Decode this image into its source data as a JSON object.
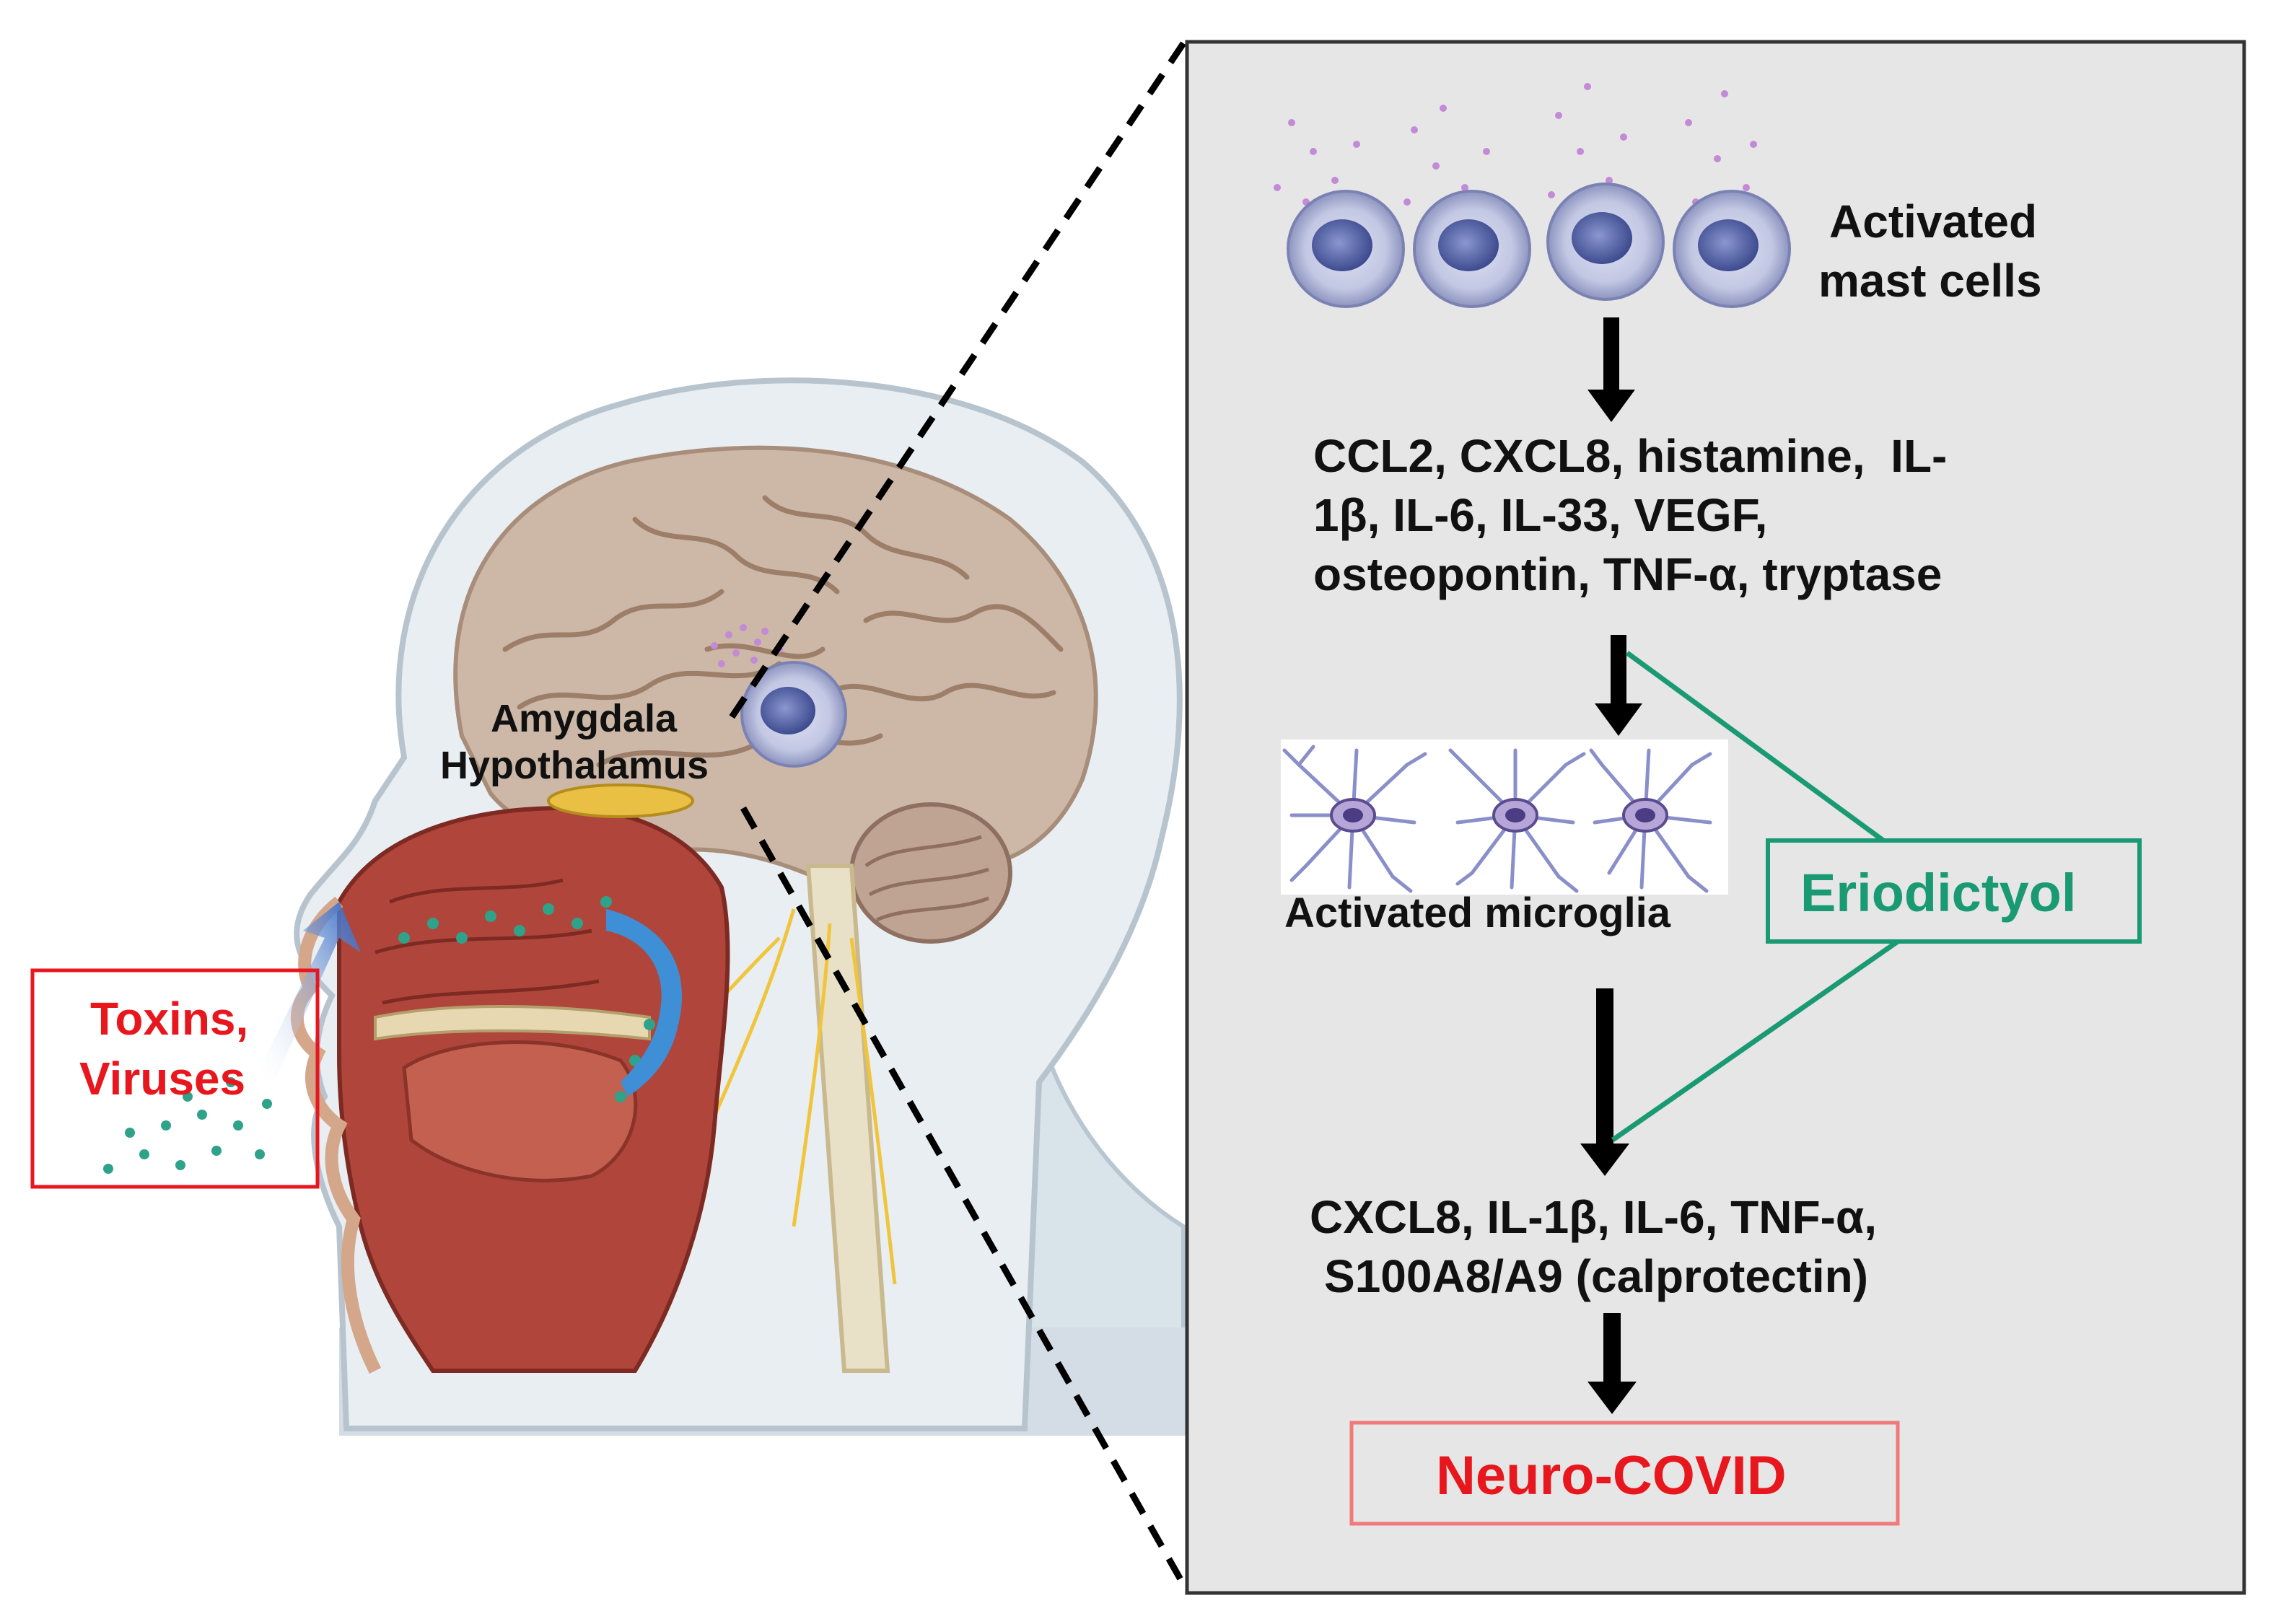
{
  "left_panel": {
    "brain_labels": [
      "Amygdala",
      "Hypothalamus"
    ],
    "exposure_lines": [
      "Toxins,",
      "Viruses"
    ]
  },
  "right_panel": {
    "mast_cells_lines": [
      "Activated",
      "mast cells"
    ],
    "mediators_lines": [
      "CCL2, CXCL8, histamine,  IL-",
      "1β, IL-6, IL-33, VEGF,",
      "osteopontin, TNF-α, tryptase"
    ],
    "microglia_label": "Activated microglia",
    "inhibitor_label": "Eriodictyol",
    "cytokines_lines": [
      "CXCL8, IL-1β, IL-6, TNF-α,",
      "S100A8/A9 (calprotectin)"
    ],
    "outcome_label": "Neuro-COVID"
  },
  "colors": {
    "panel_bg": "#e6e6e6",
    "alert_red": "#e8161d",
    "inhibitor_green": "#1a9a73",
    "outcome_border": "#f07a7a"
  }
}
